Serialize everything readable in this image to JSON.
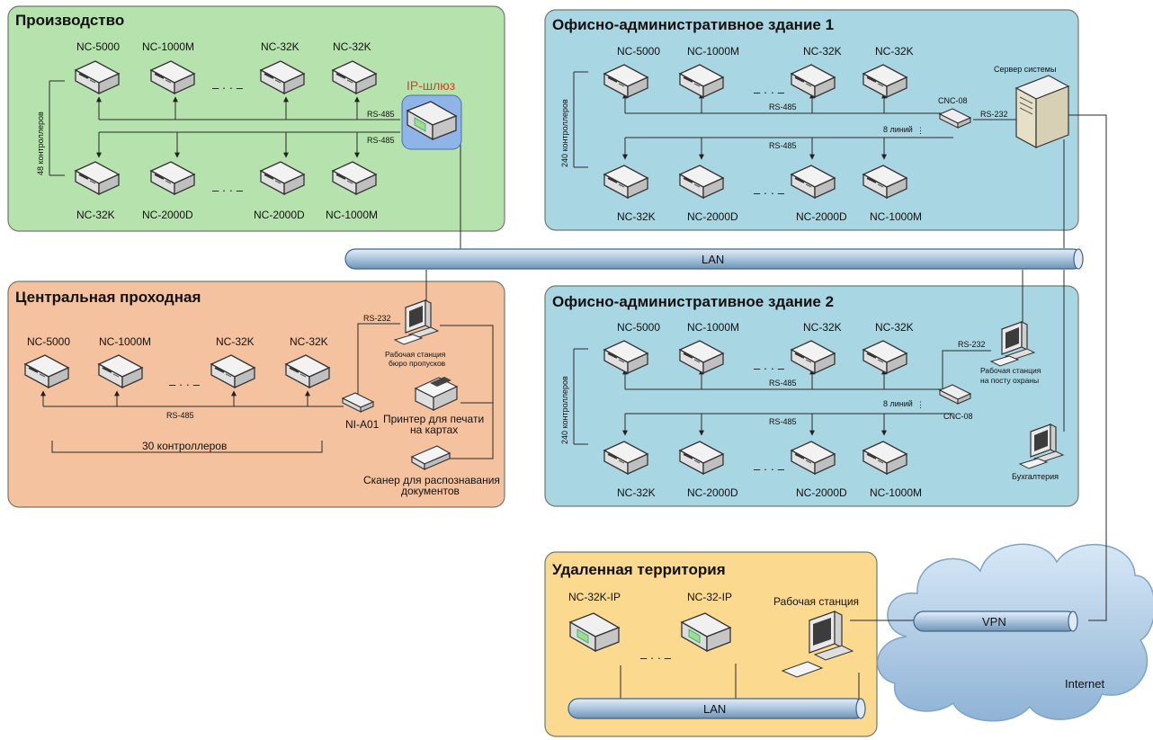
{
  "zones": {
    "production": {
      "title": "Производство",
      "top_devices": [
        "NC-5000",
        "NC-1000M",
        "NC-32K",
        "NC-32K"
      ],
      "bottom_devices": [
        "NC-32K",
        "NC-2000D",
        "NC-2000D",
        "NC-1000M"
      ],
      "count_label": "48 контроллеров",
      "gateway_label": "IP-шлюз",
      "rs485_top": "RS-485",
      "rs485_bottom": "RS-485"
    },
    "office1": {
      "title": "Офисно-административное здание 1",
      "top_devices": [
        "NC-5000",
        "NC-1000M",
        "NC-32K",
        "NC-32K"
      ],
      "bottom_devices": [
        "NC-32K",
        "NC-2000D",
        "NC-2000D",
        "NC-1000M"
      ],
      "count_label": "240 контроллеров",
      "converter_label": "CNC-08",
      "lines_label": "8 линий",
      "rs485_top": "RS-485",
      "rs485_bottom": "RS-485",
      "rs232": "RS-232",
      "server_label": "Сервер системы"
    },
    "central": {
      "title": "Центральная проходная",
      "devices": [
        "NC-5000",
        "NC-1000M",
        "NC-32K",
        "NC-32K"
      ],
      "rs485": "RS-485",
      "rs232": "RS-232",
      "converter_label": "NI-A01",
      "count_label": "30 контроллеров",
      "workstation_line1": "Рабочая станция",
      "workstation_line2": "бюро пропусков",
      "printer_line1": "Принтер для печати",
      "printer_line2": "на картах",
      "scanner_line1": "Сканер для распознавания",
      "scanner_line2": "документов"
    },
    "office2": {
      "title": "Офисно-административное здание 2",
      "top_devices": [
        "NC-5000",
        "NC-1000M",
        "NC-32K",
        "NC-32K"
      ],
      "bottom_devices": [
        "NC-32K",
        "NC-2000D",
        "NC-2000D",
        "NC-1000M"
      ],
      "count_label": "240 контроллеров",
      "converter_label": "CNC-08",
      "lines_label": "8 линий",
      "rs485_top": "RS-485",
      "rs485_bottom": "RS-485",
      "rs232": "RS-232",
      "guard_line1": "Рабочая станция",
      "guard_line2": "на посту охраны",
      "accounting_label": "Бухгалтерия"
    },
    "remote": {
      "title": "Удаленная территория",
      "devices": [
        "NC-32K-IP",
        "NC-32-IP"
      ],
      "workstation_label": "Рабочая станция",
      "lan_label": "LAN"
    }
  },
  "network": {
    "lan_label": "LAN",
    "vpn_label": "VPN",
    "internet_label": "Internet"
  },
  "colors": {
    "production_fill": "#b6e3ad",
    "office_fill": "#a9d6e3",
    "central_fill": "#f4c29e",
    "remote_fill": "#fbd98f",
    "gateway_fill": "#8fb4e8",
    "gateway_text": "#e23b1f",
    "bus_fill": "#a9c4dc"
  }
}
